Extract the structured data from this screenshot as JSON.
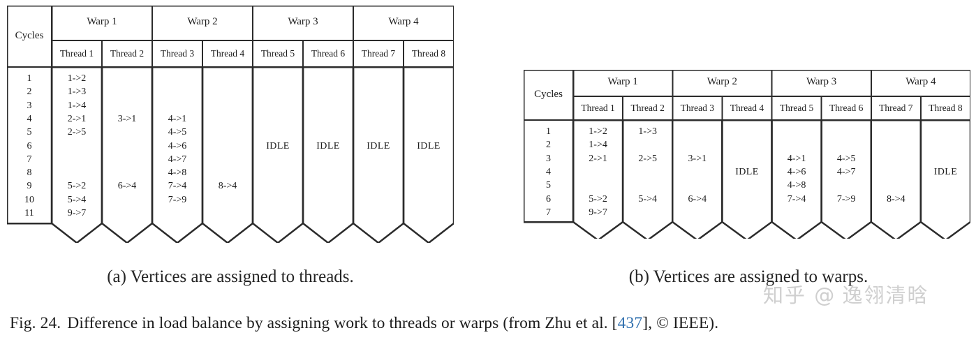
{
  "figure": {
    "caption_label": "Fig. 24.",
    "caption_part1": "Difference in load balance by assigning work to threads or warps (from Zhu et al. [",
    "caption_ref": "437",
    "caption_part2": "], © IEEE)."
  },
  "watermark": {
    "site": "知乎",
    "at": "@",
    "user": "逸翎清晗"
  },
  "panel_a": {
    "subcaption": "(a) Vertices are assigned to threads.",
    "cycles_header": "Cycles",
    "warps": [
      "Warp 1",
      "Warp 2",
      "Warp 3",
      "Warp 4"
    ],
    "threads": [
      "Thread 1",
      "Thread 2",
      "Thread 3",
      "Thread 4",
      "Thread 5",
      "Thread 6",
      "Thread 7",
      "Thread 8"
    ],
    "cycle_numbers": [
      "1",
      "2",
      "3",
      "4",
      "5",
      "6",
      "7",
      "8",
      "9",
      "10",
      "11"
    ],
    "columns": [
      {
        "thread": "Thread 1",
        "entries": [
          {
            "cycle": 1,
            "text": "1->2"
          },
          {
            "cycle": 2,
            "text": "1->3"
          },
          {
            "cycle": 3,
            "text": "1->4"
          },
          {
            "cycle": 4,
            "text": "2->1"
          },
          {
            "cycle": 5,
            "text": "2->5"
          },
          {
            "cycle": 9,
            "text": "5->2"
          },
          {
            "cycle": 10,
            "text": "5->4"
          },
          {
            "cycle": 11,
            "text": "9->7"
          }
        ]
      },
      {
        "thread": "Thread 2",
        "entries": [
          {
            "cycle": 4,
            "text": "3->1"
          },
          {
            "cycle": 9,
            "text": "6->4"
          }
        ]
      },
      {
        "thread": "Thread 3",
        "entries": [
          {
            "cycle": 4,
            "text": "4->1"
          },
          {
            "cycle": 5,
            "text": "4->5"
          },
          {
            "cycle": 6,
            "text": "4->6"
          },
          {
            "cycle": 7,
            "text": "4->7"
          },
          {
            "cycle": 8,
            "text": "4->8"
          },
          {
            "cycle": 9,
            "text": "7->4"
          },
          {
            "cycle": 10,
            "text": "7->9"
          }
        ]
      },
      {
        "thread": "Thread 4",
        "entries": [
          {
            "cycle": 9,
            "text": "8->4"
          }
        ]
      },
      {
        "thread": "Thread 5",
        "entries": [
          {
            "cycle": 6,
            "text": "IDLE"
          }
        ]
      },
      {
        "thread": "Thread 6",
        "entries": [
          {
            "cycle": 6,
            "text": "IDLE"
          }
        ]
      },
      {
        "thread": "Thread 7",
        "entries": [
          {
            "cycle": 6,
            "text": "IDLE"
          }
        ]
      },
      {
        "thread": "Thread 8",
        "entries": [
          {
            "cycle": 6,
            "text": "IDLE"
          }
        ]
      }
    ]
  },
  "panel_b": {
    "subcaption": "(b) Vertices are assigned to warps.",
    "cycles_header": "Cycles",
    "warps": [
      "Warp 1",
      "Warp 2",
      "Warp 3",
      "Warp 4"
    ],
    "threads": [
      "Thread 1",
      "Thread 2",
      "Thread 3",
      "Thread 4",
      "Thread 5",
      "Thread 6",
      "Thread 7",
      "Thread 8"
    ],
    "cycle_numbers": [
      "1",
      "2",
      "3",
      "4",
      "5",
      "6",
      "7"
    ],
    "columns": [
      {
        "thread": "Thread 1",
        "entries": [
          {
            "cycle": 1,
            "text": "1->2"
          },
          {
            "cycle": 2,
            "text": "1->4"
          },
          {
            "cycle": 3,
            "text": "2->1"
          },
          {
            "cycle": 6,
            "text": "5->2"
          },
          {
            "cycle": 7,
            "text": "9->7"
          }
        ]
      },
      {
        "thread": "Thread 2",
        "entries": [
          {
            "cycle": 1,
            "text": "1->3"
          },
          {
            "cycle": 3,
            "text": "2->5"
          },
          {
            "cycle": 6,
            "text": "5->4"
          }
        ]
      },
      {
        "thread": "Thread 3",
        "entries": [
          {
            "cycle": 3,
            "text": "3->1"
          },
          {
            "cycle": 6,
            "text": "6->4"
          }
        ]
      },
      {
        "thread": "Thread 4",
        "entries": [
          {
            "cycle": 4,
            "text": "IDLE"
          }
        ]
      },
      {
        "thread": "Thread 5",
        "entries": [
          {
            "cycle": 3,
            "text": "4->1"
          },
          {
            "cycle": 4,
            "text": "4->6"
          },
          {
            "cycle": 5,
            "text": "4->8"
          },
          {
            "cycle": 6,
            "text": "7->4"
          }
        ]
      },
      {
        "thread": "Thread 6",
        "entries": [
          {
            "cycle": 3,
            "text": "4->5"
          },
          {
            "cycle": 4,
            "text": "4->7"
          },
          {
            "cycle": 6,
            "text": "7->9"
          }
        ]
      },
      {
        "thread": "Thread 7",
        "entries": [
          {
            "cycle": 6,
            "text": "8->4"
          }
        ]
      },
      {
        "thread": "Thread 8",
        "entries": [
          {
            "cycle": 4,
            "text": "IDLE"
          }
        ]
      }
    ]
  }
}
